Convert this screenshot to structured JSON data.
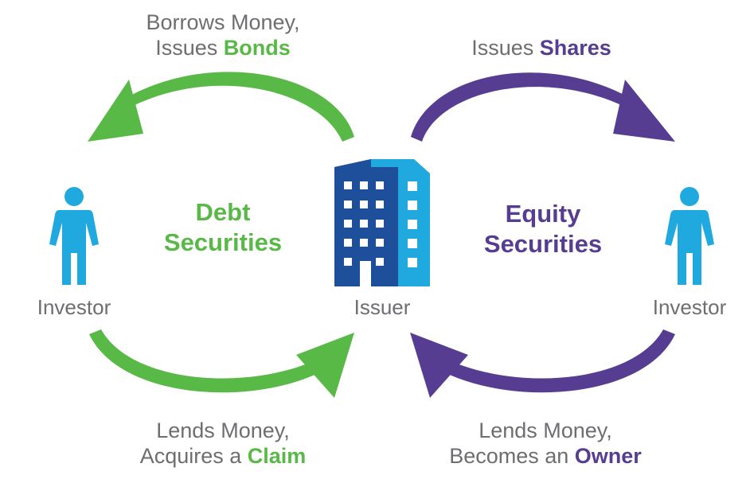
{
  "colors": {
    "green": "#58b947",
    "purple": "#563d91",
    "gray_text": "#6d6e71",
    "person_blue": "#1fa9df",
    "building_dark": "#1d4f9b",
    "building_light": "#1fa9df"
  },
  "icons": {
    "left_person": "person-icon",
    "right_person": "person-icon",
    "center": "building-icon"
  },
  "left": {
    "title_line1": "Debt",
    "title_line2": "Securities",
    "top_label_line1": "Borrows Money,",
    "top_label_line2_prefix": "Issues ",
    "top_label_line2_em": "Bonds",
    "bottom_label_line1": "Lends Money,",
    "bottom_label_line2_prefix": "Acquires a ",
    "bottom_label_line2_em": "Claim",
    "investor_label": "Investor"
  },
  "right": {
    "title_line1": "Equity",
    "title_line2": "Securities",
    "top_label_prefix": "Issues ",
    "top_label_em": "Shares",
    "bottom_label_line1": "Lends Money,",
    "bottom_label_line2_prefix": "Becomes an ",
    "bottom_label_line2_em": "Owner",
    "investor_label": "Investor"
  },
  "center": {
    "issuer_label": "Issuer"
  }
}
